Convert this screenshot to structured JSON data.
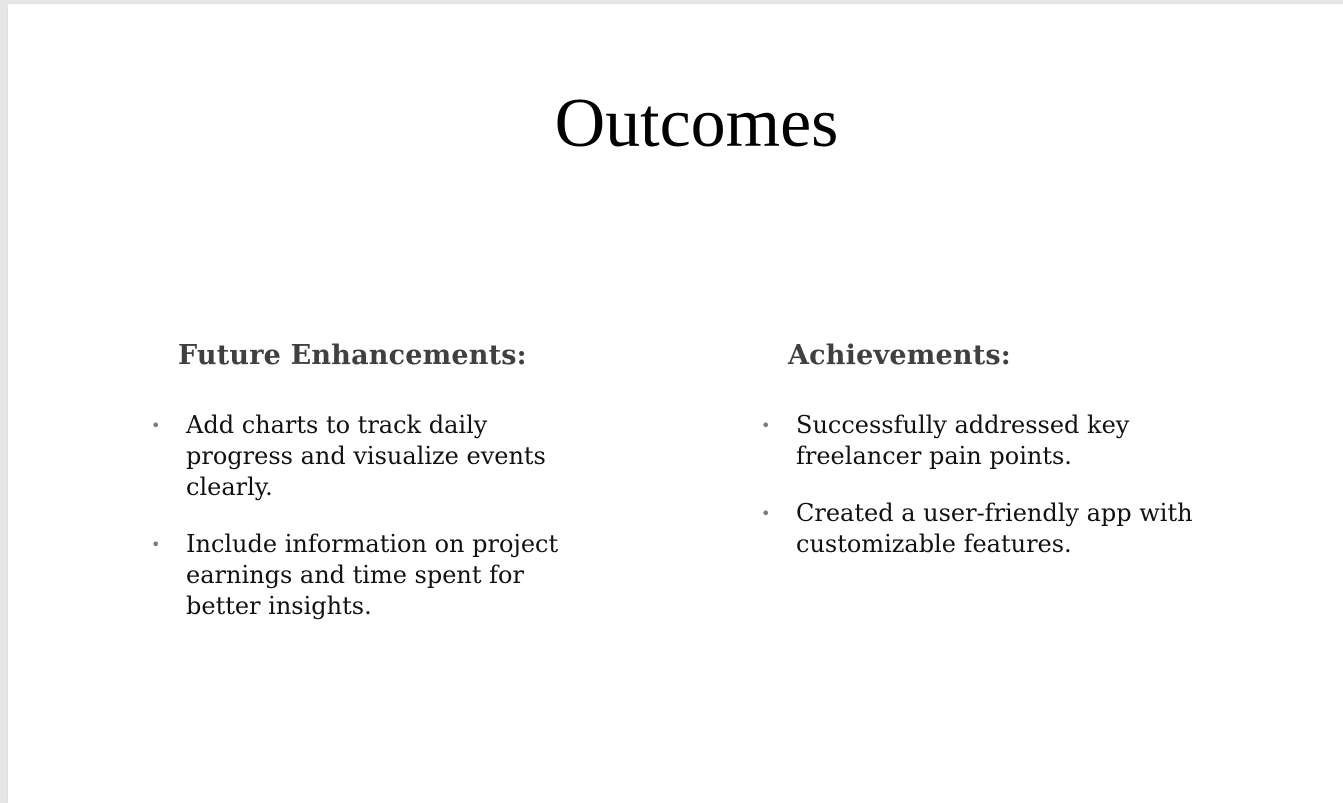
{
  "slide": {
    "title": "Outcomes",
    "left_column": {
      "heading": "Future Enhancements:",
      "items": [
        "Add charts to track daily progress and visualize events clearly.",
        "Include information on project earnings and time spent for better insights."
      ]
    },
    "right_column": {
      "heading": "Achievements:",
      "items": [
        "Successfully addressed key freelancer pain points.",
        "Created a user-friendly app with customizable features."
      ]
    }
  }
}
